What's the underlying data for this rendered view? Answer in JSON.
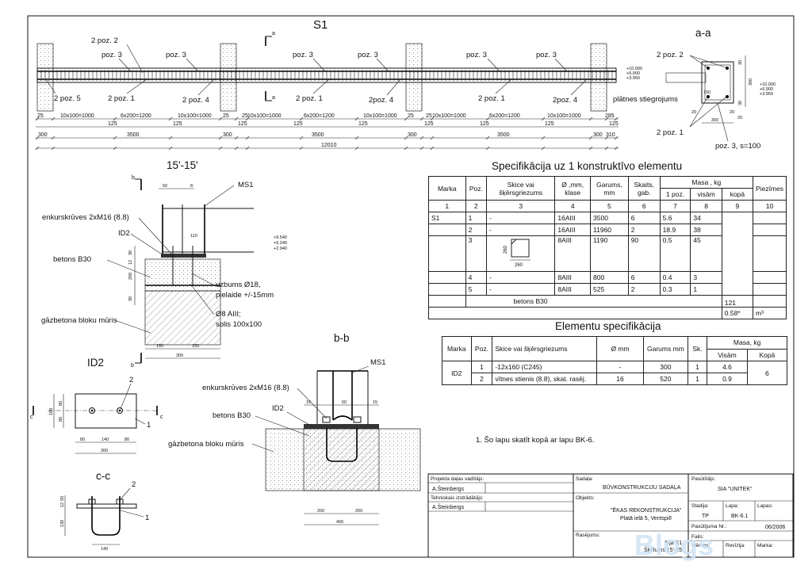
{
  "s1": {
    "title": "S1",
    "labels": [
      "2 poz. 2",
      "poz. 3",
      "poz. 3",
      "poz. 3",
      "poz. 3",
      "poz. 3",
      "poz. 3",
      "2 poz. 5",
      "2 poz. 1",
      "2 poz. 4",
      "2 poz. 1",
      "2poz. 4",
      "2 poz. 1",
      "2poz. 4"
    ],
    "section_mark": "a",
    "dims_row1": [
      "25",
      "10x100=1000",
      "6x200=1200",
      "10x100=1000",
      "25",
      "25",
      "10x100=1000",
      "6x200=1200",
      "10x100=1000",
      "25",
      "25",
      "10x100=1000",
      "6x200=1200",
      "10x100=1000",
      "285"
    ],
    "dims_row2": [
      "125",
      "125",
      "125",
      "125",
      "125",
      "125",
      "125",
      "125",
      "125"
    ],
    "dims_row3": [
      "300",
      "3500",
      "300",
      "3500",
      "300",
      "3500",
      "300",
      "310"
    ],
    "total": "12010"
  },
  "aa": {
    "title": "a-a",
    "labels": [
      "2 poz. 2",
      "plātnes stiegrojums",
      "2 poz. 1",
      "poz. 3, s=100"
    ],
    "levels": [
      "+10.000",
      "+6.900",
      "+3.950"
    ],
    "dims": [
      "30",
      "300",
      "30",
      "150",
      "20",
      "20",
      "300",
      "20"
    ]
  },
  "s1515": {
    "title": "15'-15'",
    "mark": "b",
    "labels": [
      "MS1",
      "enkurskrūves 2xM16 (8.8)",
      "ID2",
      "betons B30",
      "gāzbetona bloku mūris",
      "uzbums Ø18,",
      "pielaide +/-15mm",
      "Ø8 AIII;",
      "solis 100x100"
    ],
    "levels": [
      "+9.540",
      "+6.240",
      "+2.940"
    ],
    "dims": [
      "50",
      "8",
      "110",
      "30",
      "12",
      "200",
      "30",
      "150",
      "150",
      "300"
    ]
  },
  "id2": {
    "title": "ID2",
    "labels": [
      "2",
      "1",
      "c",
      "c"
    ],
    "dims": [
      "80",
      "140",
      "80",
      "300",
      "80",
      "80",
      "160"
    ]
  },
  "cc": {
    "title": "c-c",
    "labels": [
      "2",
      "1"
    ],
    "dims": [
      "12",
      "50",
      "130",
      "140"
    ]
  },
  "bb": {
    "title": "b-b",
    "labels": [
      "MS1",
      "enkurskrūves 2xM16 (8.8)",
      "ID2",
      "betons B30",
      "gāzbetona bloku mūris"
    ],
    "dims": [
      "15",
      "60",
      "15",
      "200",
      "200",
      "400"
    ]
  },
  "spec1": {
    "title": "Specifikācija uz 1 konstruktīvo elementu",
    "header": [
      "Marka",
      "Poz.",
      "Skice vai šķērsgriezums",
      "Ø ,mm, klase",
      "Garums, mm",
      "Skaits, gab.",
      "Masa , kg",
      "1 poz.",
      "visām",
      "kopā",
      "Piezīmes"
    ],
    "numbers": [
      "1",
      "2",
      "3",
      "4",
      "5",
      "6",
      "7",
      "8",
      "9",
      "10"
    ],
    "rows": [
      [
        "S1",
        "1",
        "-",
        "16AIII",
        "3500",
        "6",
        "5.6",
        "34"
      ],
      [
        "",
        "2",
        "-",
        "16AIII",
        "11960",
        "2",
        "18.9",
        "38"
      ],
      [
        "",
        "3",
        "",
        "8AIII",
        "1190",
        "90",
        "0.5",
        "45"
      ],
      [
        "",
        "4",
        "-",
        "8AIII",
        "800",
        "6",
        "0.4",
        "3"
      ],
      [
        "",
        "5",
        "-",
        "8AIII",
        "525",
        "2",
        "0.3",
        "1"
      ]
    ],
    "sketch_dims": [
      "260",
      "260"
    ],
    "total_mass": "121",
    "concrete_label": "betons B30",
    "concrete_value": "0.58*",
    "concrete_unit": "m³"
  },
  "spec2": {
    "title": "Elementu specifikācija",
    "header": [
      "Marka",
      "Poz.",
      "Skice vai šķērsgriezums",
      "Ø mm",
      "Garums mm",
      "Sk.",
      "Masa, kg",
      "Visām",
      "Kopā"
    ],
    "rows": [
      [
        "ID2",
        "1",
        "-12x160 (C245)",
        "-",
        "300",
        "1",
        "4.6",
        "6"
      ],
      [
        "",
        "2",
        "vītnes stienis (8.8), skat. rasēj.",
        "16",
        "520",
        "1",
        "0.9",
        ""
      ]
    ]
  },
  "note": "1. Šo lapu skatīt kopā ar lapu BK-6.",
  "titleblock": {
    "projekta_vaditajs_label": "Projekta daļas vadītājs:",
    "projekta_vaditajs": "A.Šteinbergs",
    "tehniskais_label": "Tehniskais izstrādātājs:",
    "tehniskais": "A.Šteinbergs",
    "sadala_label": "Sadaļa:",
    "sadala": "BŪVKONSTRUKCIJU SADAĻA",
    "objekts_label": "Objekts:",
    "objekts_1": "\"ĒKAS REKONSTRUKCIJA\"",
    "objekts_2": "Platā ielā 5, Ventspilī",
    "rasejums_label": "Rasējums:",
    "rasejums_1": "Sija S1",
    "rasejums_2": "Šķēlums 15'-15'",
    "pasutitajs_label": "Pasūtītājs:",
    "pasutitajs": "SIA \"UNITEK\"",
    "stadija_label": "Stadija:",
    "stadija": "TP",
    "lapa_label": "Lapa:",
    "lapa": "BK-6.1",
    "lapas_label": "Lapas:",
    "pasutijuma_nr_label": "Pasūtījuma Nr.:",
    "datums": "06/2006",
    "fails_label": "Fails:",
    "merogs_label": "Mērogs:",
    "revizija_label": "Revīzija:",
    "marka_label": "Marka:"
  },
  "watermark": "Blogs"
}
